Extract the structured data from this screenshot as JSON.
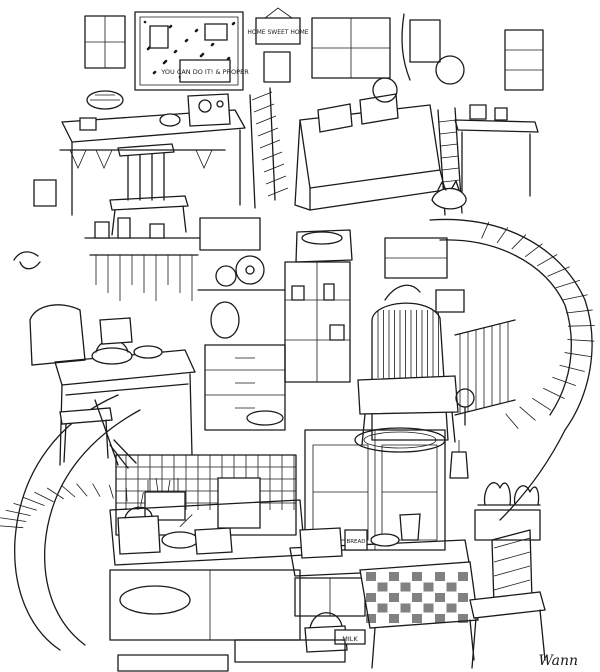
{
  "image": {
    "background_color": "#ffffff",
    "line_color": "#1a1a1a"
  },
  "signs": {
    "corkboard_note": "YOU CAN DO IT! & PROPER",
    "hanging_sign": "HOME SWEET HOME",
    "kitchen_jar": "BREAD",
    "basket_tag": "MILK",
    "signature": "Wann"
  }
}
